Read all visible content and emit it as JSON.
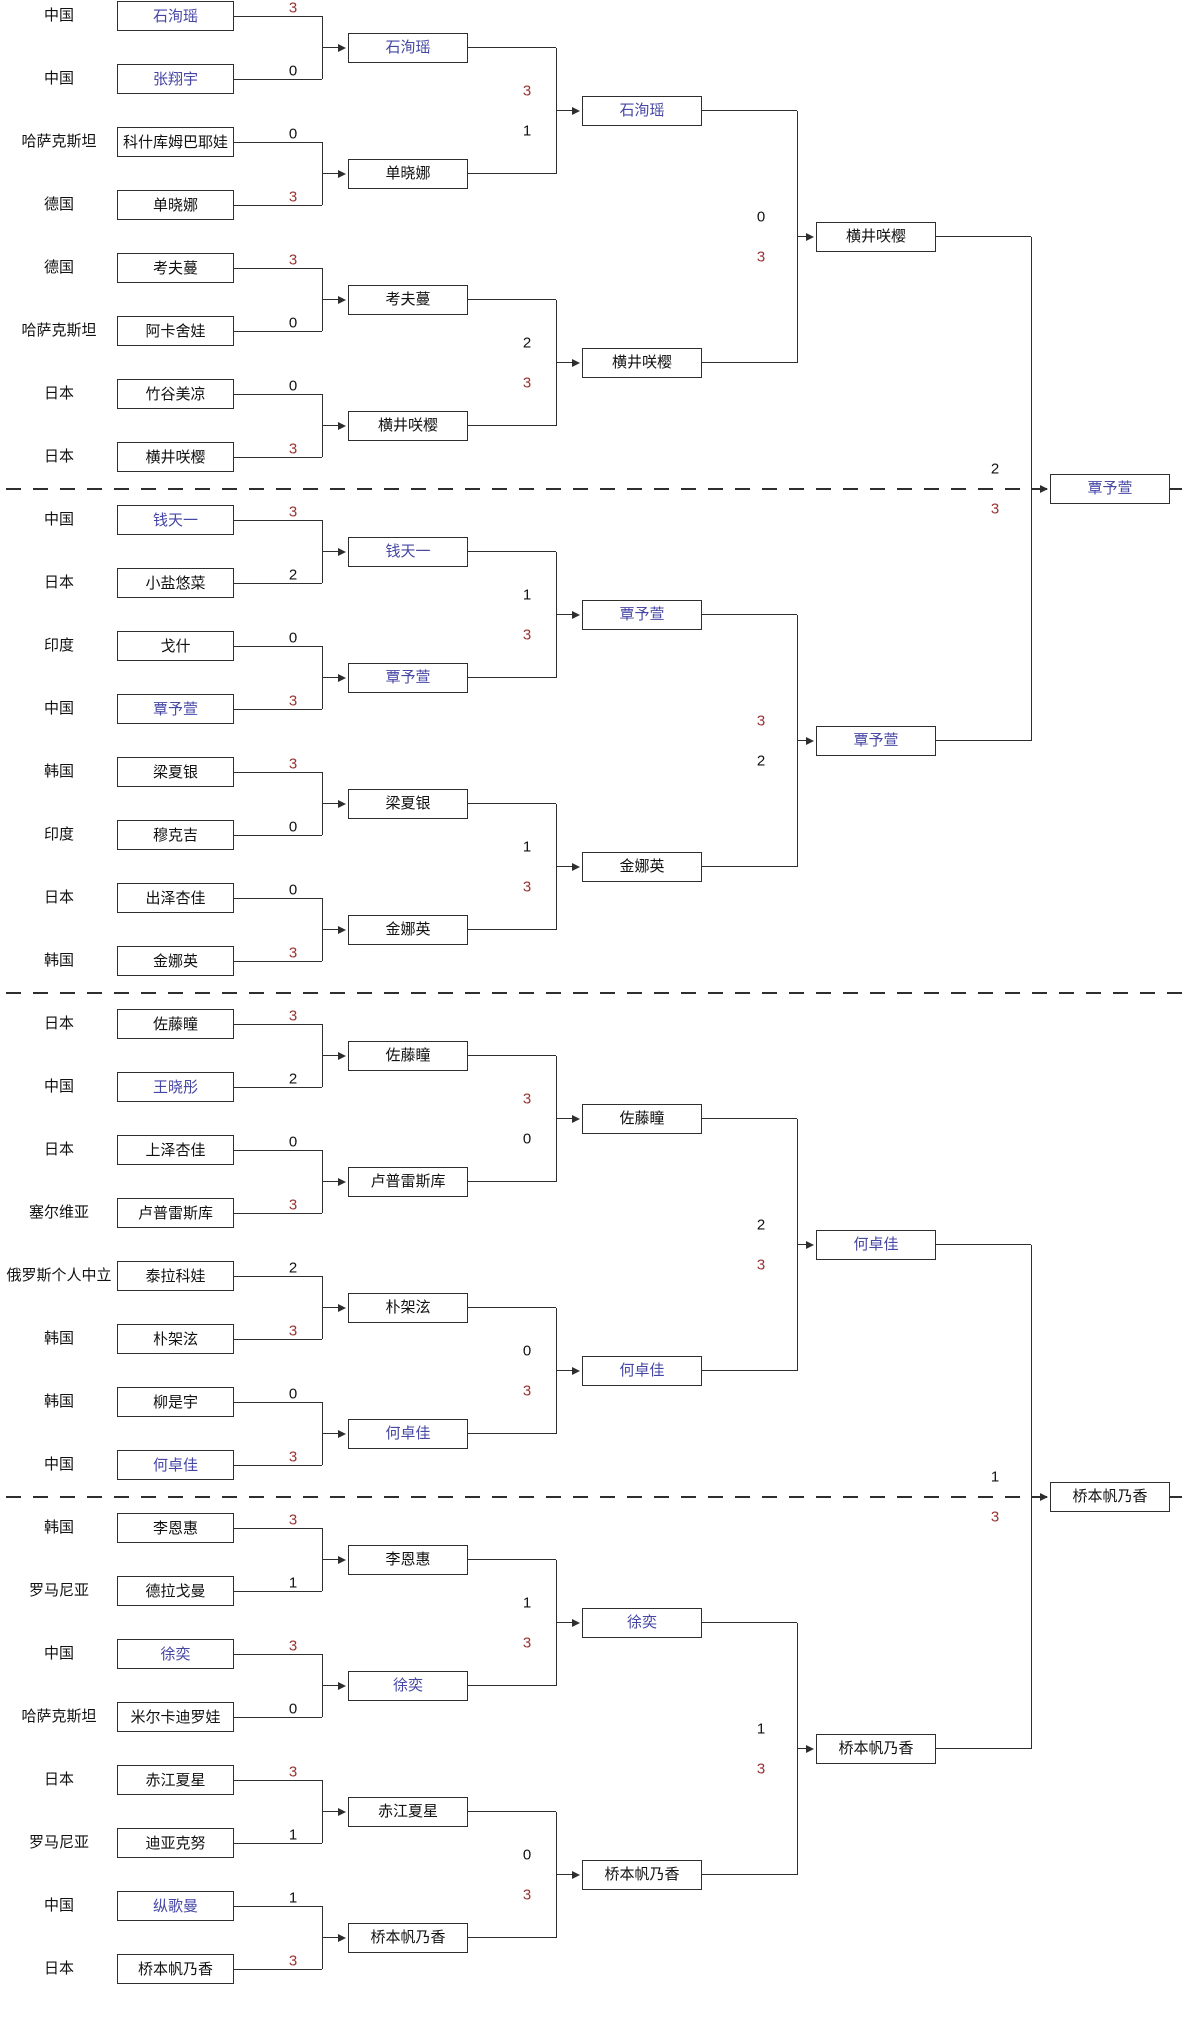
{
  "colors": {
    "background": "#ffffff",
    "text": "#111111",
    "link": "#4646a5",
    "winner_score": "#993333",
    "loser_score": "#111111",
    "line": "#2e2e2e",
    "box_border": "#2e2e2e"
  },
  "icons": {
    "arrowhead": "▶"
  },
  "rounds": [
    {
      "name": "round-of-32",
      "entries": [
        {
          "country": "中国",
          "name": "石洵瑶",
          "score": "3",
          "winner": true,
          "link": true
        },
        {
          "country": "中国",
          "name": "张翔宇",
          "score": "0",
          "winner": false,
          "link": true
        },
        {
          "country": "哈萨克斯坦",
          "name": "科什库姆巴耶娃",
          "score": "0",
          "winner": false,
          "link": false
        },
        {
          "country": "德国",
          "name": "单晓娜",
          "score": "3",
          "winner": true,
          "link": false
        },
        {
          "country": "德国",
          "name": "考夫蔓",
          "score": "3",
          "winner": true,
          "link": false
        },
        {
          "country": "哈萨克斯坦",
          "name": "阿卡舍娃",
          "score": "0",
          "winner": false,
          "link": false
        },
        {
          "country": "日本",
          "name": "竹谷美凉",
          "score": "0",
          "winner": false,
          "link": false
        },
        {
          "country": "日本",
          "name": "横井咲樱",
          "score": "3",
          "winner": true,
          "link": false
        },
        {
          "country": "中国",
          "name": "钱天一",
          "score": "3",
          "winner": true,
          "link": true
        },
        {
          "country": "日本",
          "name": "小盐悠菜",
          "score": "2",
          "winner": false,
          "link": false
        },
        {
          "country": "印度",
          "name": "戈什",
          "score": "0",
          "winner": false,
          "link": false
        },
        {
          "country": "中国",
          "name": "覃予萱",
          "score": "3",
          "winner": true,
          "link": true
        },
        {
          "country": "韩国",
          "name": "梁夏银",
          "score": "3",
          "winner": true,
          "link": false
        },
        {
          "country": "印度",
          "name": "穆克吉",
          "score": "0",
          "winner": false,
          "link": false
        },
        {
          "country": "日本",
          "name": "出泽杏佳",
          "score": "0",
          "winner": false,
          "link": false
        },
        {
          "country": "韩国",
          "name": "金娜英",
          "score": "3",
          "winner": true,
          "link": false
        },
        {
          "country": "日本",
          "name": "佐藤瞳",
          "score": "3",
          "winner": true,
          "link": false
        },
        {
          "country": "中国",
          "name": "王晓彤",
          "score": "2",
          "winner": false,
          "link": true
        },
        {
          "country": "日本",
          "name": "上泽杏佳",
          "score": "0",
          "winner": false,
          "link": false
        },
        {
          "country": "塞尔维亚",
          "name": "卢普雷斯库",
          "score": "3",
          "winner": true,
          "link": false
        },
        {
          "country": "俄罗斯个人中立",
          "name": "泰拉科娃",
          "score": "2",
          "winner": false,
          "link": false
        },
        {
          "country": "韩国",
          "name": "朴架泫",
          "score": "3",
          "winner": true,
          "link": false
        },
        {
          "country": "韩国",
          "name": "柳是宇",
          "score": "0",
          "winner": false,
          "link": false
        },
        {
          "country": "中国",
          "name": "何卓佳",
          "score": "3",
          "winner": true,
          "link": true
        },
        {
          "country": "韩国",
          "name": "李恩惠",
          "score": "3",
          "winner": true,
          "link": false
        },
        {
          "country": "罗马尼亚",
          "name": "德拉戈曼",
          "score": "1",
          "winner": false,
          "link": false
        },
        {
          "country": "中国",
          "name": "徐奕",
          "score": "3",
          "winner": true,
          "link": true
        },
        {
          "country": "哈萨克斯坦",
          "name": "米尔卡迪罗娃",
          "score": "0",
          "winner": false,
          "link": false
        },
        {
          "country": "日本",
          "name": "赤江夏星",
          "score": "3",
          "winner": true,
          "link": false
        },
        {
          "country": "罗马尼亚",
          "name": "迪亚克努",
          "score": "1",
          "winner": false,
          "link": false
        },
        {
          "country": "中国",
          "name": "纵歌曼",
          "score": "1",
          "winner": false,
          "link": true
        },
        {
          "country": "日本",
          "name": "桥本帆乃香",
          "score": "3",
          "winner": true,
          "link": false
        }
      ]
    },
    {
      "name": "round-of-16",
      "entries": [
        {
          "name": "石洵瑶",
          "score": "3",
          "winner": true,
          "link": true
        },
        {
          "name": "单晓娜",
          "score": "1",
          "winner": false,
          "link": false
        },
        {
          "name": "考夫蔓",
          "score": "2",
          "winner": false,
          "link": false
        },
        {
          "name": "横井咲樱",
          "score": "3",
          "winner": true,
          "link": false
        },
        {
          "name": "钱天一",
          "score": "1",
          "winner": false,
          "link": true
        },
        {
          "name": "覃予萱",
          "score": "3",
          "winner": true,
          "link": true
        },
        {
          "name": "梁夏银",
          "score": "1",
          "winner": false,
          "link": false
        },
        {
          "name": "金娜英",
          "score": "3",
          "winner": true,
          "link": false
        },
        {
          "name": "佐藤瞳",
          "score": "3",
          "winner": true,
          "link": false
        },
        {
          "name": "卢普雷斯库",
          "score": "0",
          "winner": false,
          "link": false
        },
        {
          "name": "朴架泫",
          "score": "0",
          "winner": false,
          "link": false
        },
        {
          "name": "何卓佳",
          "score": "3",
          "winner": true,
          "link": true
        },
        {
          "name": "李恩惠",
          "score": "1",
          "winner": false,
          "link": false
        },
        {
          "name": "徐奕",
          "score": "3",
          "winner": true,
          "link": true
        },
        {
          "name": "赤江夏星",
          "score": "0",
          "winner": false,
          "link": false
        },
        {
          "name": "桥本帆乃香",
          "score": "3",
          "winner": true,
          "link": false
        }
      ]
    },
    {
      "name": "quarterfinals",
      "entries": [
        {
          "name": "石洵瑶",
          "score": "0",
          "winner": false,
          "link": true
        },
        {
          "name": "横井咲樱",
          "score": "3",
          "winner": true,
          "link": false
        },
        {
          "name": "覃予萱",
          "score": "3",
          "winner": true,
          "link": true
        },
        {
          "name": "金娜英",
          "score": "2",
          "winner": false,
          "link": false
        },
        {
          "name": "佐藤瞳",
          "score": "2",
          "winner": false,
          "link": false
        },
        {
          "name": "何卓佳",
          "score": "3",
          "winner": true,
          "link": true
        },
        {
          "name": "徐奕",
          "score": "1",
          "winner": false,
          "link": true
        },
        {
          "name": "桥本帆乃香",
          "score": "3",
          "winner": true,
          "link": false
        }
      ]
    },
    {
      "name": "semifinals",
      "entries": [
        {
          "name": "横井咲樱",
          "score": "2",
          "winner": false,
          "link": false
        },
        {
          "name": "覃予萱",
          "score": "3",
          "winner": true,
          "link": true
        },
        {
          "name": "何卓佳",
          "score": "1",
          "winner": false,
          "link": true
        },
        {
          "name": "桥本帆乃香",
          "score": "3",
          "winner": true,
          "link": false
        }
      ]
    },
    {
      "name": "finalists",
      "entries": [
        {
          "name": "覃予萱",
          "link": true
        },
        {
          "name": "桥本帆乃香",
          "link": false
        }
      ]
    }
  ]
}
